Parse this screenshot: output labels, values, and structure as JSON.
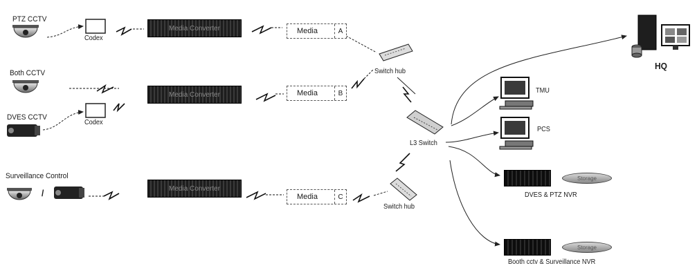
{
  "sources": {
    "ptz": "PTZ CCTV",
    "both": "Both CCTV",
    "dves": "DVES CCTV",
    "surveillance": "Surveillance Control",
    "separator": "/"
  },
  "codex_label": "Codex",
  "converter_label": "Media Converter",
  "media": [
    {
      "label": "Media",
      "letter": "A"
    },
    {
      "label": "Media",
      "letter": "B"
    },
    {
      "label": "Media",
      "letter": "C"
    }
  ],
  "switch_hub_label": "Switch hub",
  "l3_switch_label": "L3 Switch",
  "destinations": {
    "hq": "HQ",
    "tmu": "TMU",
    "pcs": "PCS",
    "dves_nvr": "DVES & PTZ NVR",
    "booth_nvr": "Booth cctv & Surveillance NVR"
  },
  "storage_label": "Storage"
}
